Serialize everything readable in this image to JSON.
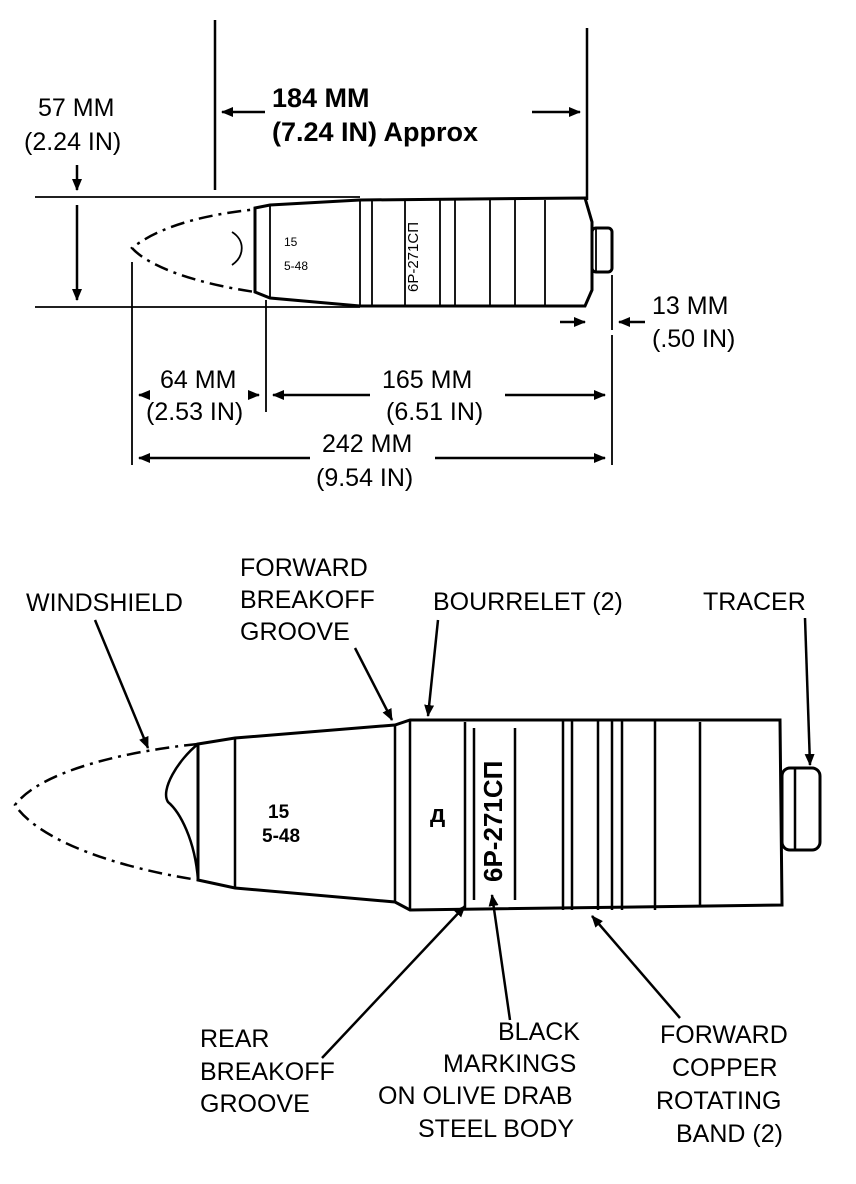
{
  "dimensions": {
    "overall_width": {
      "mm": "184 MM",
      "in": "(7.24 IN) Approx"
    },
    "diameter": {
      "mm": "57 MM",
      "in": "(2.24 IN)"
    },
    "tracer_length": {
      "mm": "13 MM",
      "in": "(.50 IN)"
    },
    "nose_length": {
      "mm": "64 MM",
      "in": "(2.53 IN)"
    },
    "body_length": {
      "mm": "165 MM",
      "in": "(6.51 IN)"
    },
    "total_length": {
      "mm": "242 MM",
      "in": "(9.54 IN)"
    }
  },
  "markings": {
    "lot": "15",
    "lot_sub": "5-48",
    "designation": "6P-271CП",
    "symbol": "д"
  },
  "labels": {
    "windshield": "WINDSHIELD",
    "forward_breakoff": [
      "FORWARD",
      "BREAKOFF",
      "GROOVE"
    ],
    "bourrelet": "BOURRELET (2)",
    "tracer": "TRACER",
    "rear_breakoff": [
      "REAR",
      "BREAKOFF",
      "GROOVE"
    ],
    "black_markings": [
      "BLACK",
      "MARKINGS",
      "ON OLIVE DRAB",
      "STEEL BODY"
    ],
    "rotating_band": [
      "FORWARD",
      "COPPER",
      "ROTATING",
      "BAND (2)"
    ]
  }
}
